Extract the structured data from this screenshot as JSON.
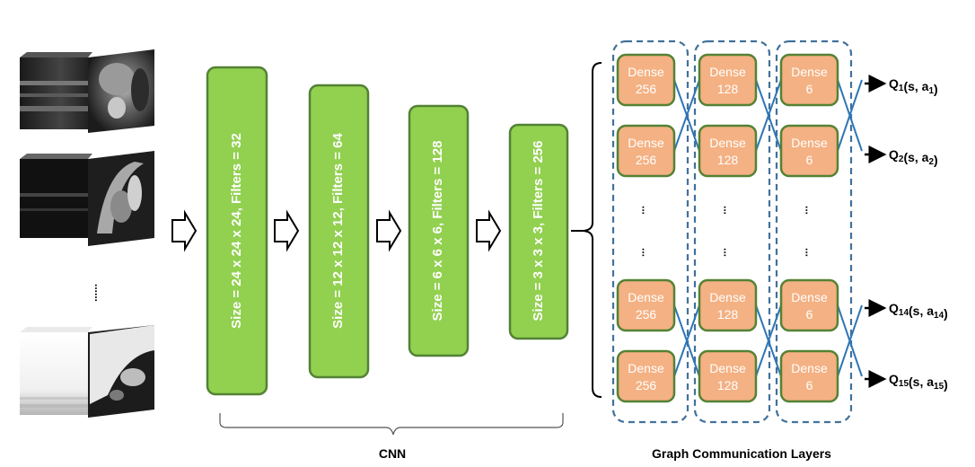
{
  "cnn": {
    "layers": [
      {
        "label": "Size = 24 x 24 x 24,  Filters = 32"
      },
      {
        "label": "Size = 12 x 12 x 12,  Filters = 64"
      },
      {
        "label": "Size = 6 x 6 x 6,  Filters = 128"
      },
      {
        "label": "Size = 3 x 3 x 3,  Filters = 256"
      }
    ],
    "caption": "CNN",
    "fill_color": "#92d050",
    "border_color": "#538135"
  },
  "input_stack": {
    "ellipsis": "......"
  },
  "graph": {
    "caption": "Graph Communication Layers",
    "columns": [
      {
        "dense_label": "Dense",
        "units": "256"
      },
      {
        "dense_label": "Dense",
        "units": "128"
      },
      {
        "dense_label": "Dense",
        "units": "6"
      }
    ],
    "ellipsis": "...",
    "node_fill": "#f4b183",
    "node_border": "#548235",
    "group_border": "#41719c",
    "edge_color": "#2e75b6"
  },
  "outputs": [
    {
      "q": "Q",
      "q_sub": "1",
      "mid": "(s, a",
      "a_sub": "1",
      "end": ")"
    },
    {
      "q": "Q",
      "q_sub": "2",
      "mid": "(s, a",
      "a_sub": "2",
      "end": ")"
    },
    {
      "q": "Q",
      "q_sub": "14",
      "mid": "(s, a",
      "a_sub": "14",
      "end": ")"
    },
    {
      "q": "Q",
      "q_sub": "15",
      "mid": "(s, a",
      "a_sub": "15",
      "end": ")"
    }
  ]
}
